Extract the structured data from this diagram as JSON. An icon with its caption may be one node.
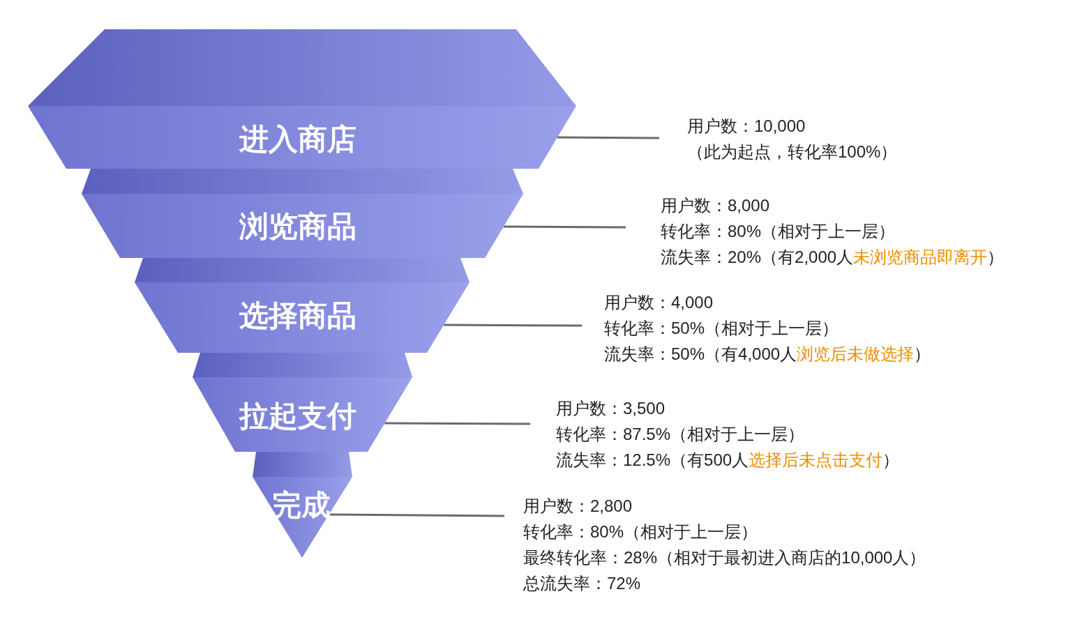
{
  "diagram": {
    "nodes": [
      {
        "text": [
          "进入商店"
        ]
      },
      {
        "text": [
          "浏览商品"
        ]
      },
      {
        "text": [
          "选择商品"
        ]
      },
      {
        "text": [
          "拉起支付"
        ]
      },
      {
        "text": [
          "完成"
        ]
      },
      {
        "text": [
          "用户数：10,000",
          "（此为起点，转化率100%）"
        ]
      },
      {
        "text": [
          "用户数：8,000",
          "转化率：80%（相对于上一层）",
          "流失率：20%（有2,000人**未浏览商品即离开**）"
        ]
      },
      {
        "text": [
          "用户数：4,000",
          "转化率：50%（相对于上一层）",
          "流失率：50%（有4,000人**浏览后未做选择**）"
        ]
      },
      {
        "text": [
          "用户数：3,500",
          "转化率：87.5%（相对于上一层）",
          "流失率：12.5%（有500人**选择后未点击支付**）"
        ]
      },
      {
        "text": [
          "用户数：2,800",
          "转化率：80%（相对于上一层）",
          "最终转化率：28%（相对于最初进入商店的10,000人）",
          "总流失率：72%"
        ]
      }
    ],
    "edges": [
      {
        "from": 0,
        "to": 5,
        "arrow": "none"
      },
      {
        "from": 1,
        "to": 6,
        "arrow": "none"
      },
      {
        "from": 2,
        "to": 7,
        "arrow": "none"
      },
      {
        "from": 3,
        "to": 8,
        "arrow": "none"
      },
      {
        "from": 4,
        "to": 9,
        "arrow": "none"
      }
    ]
  }
}
